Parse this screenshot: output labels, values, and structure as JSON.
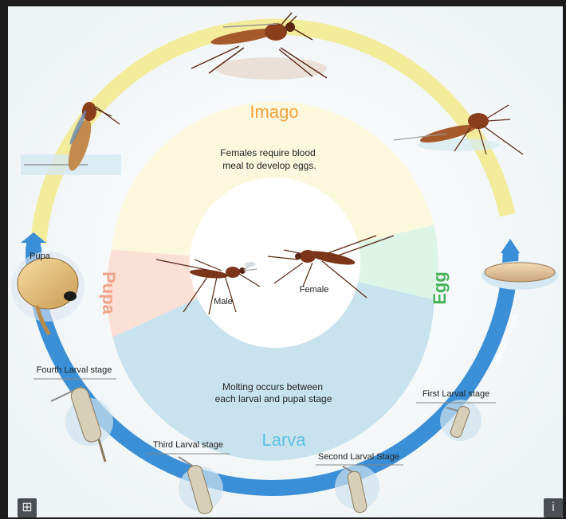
{
  "stages": {
    "imago": "Imago",
    "egg": "Egg",
    "larva": "Larva",
    "pupa": "Pupa"
  },
  "notes": {
    "blood_line1": "Females require blood",
    "blood_line2": "meal to develop eggs.",
    "molting_line1": "Molting occurs between",
    "molting_line2": "each larval and pupal stage"
  },
  "labels": {
    "male": "Male",
    "female": "Female",
    "pupa": "Pupa",
    "fourth_larval": "Fourth Larval stage",
    "third_larval": "Third Larval stage",
    "second_larval": "Second Larval Stage",
    "first_larval": "First Larval stage",
    "aquatic": "Aquatic Stages"
  },
  "buttons": {
    "expand_glyph": "⊞",
    "info_glyph": "i"
  },
  "colors": {
    "imago_ring": "#f3ec9b",
    "aquatic_ring": "#3b8fd6",
    "imago_text": "#f2a23d",
    "egg_text": "#46b25a",
    "larva_text": "#5ec1e0",
    "pupa_text": "#f0a28a",
    "mosquito_body": "#8b3a1c"
  }
}
